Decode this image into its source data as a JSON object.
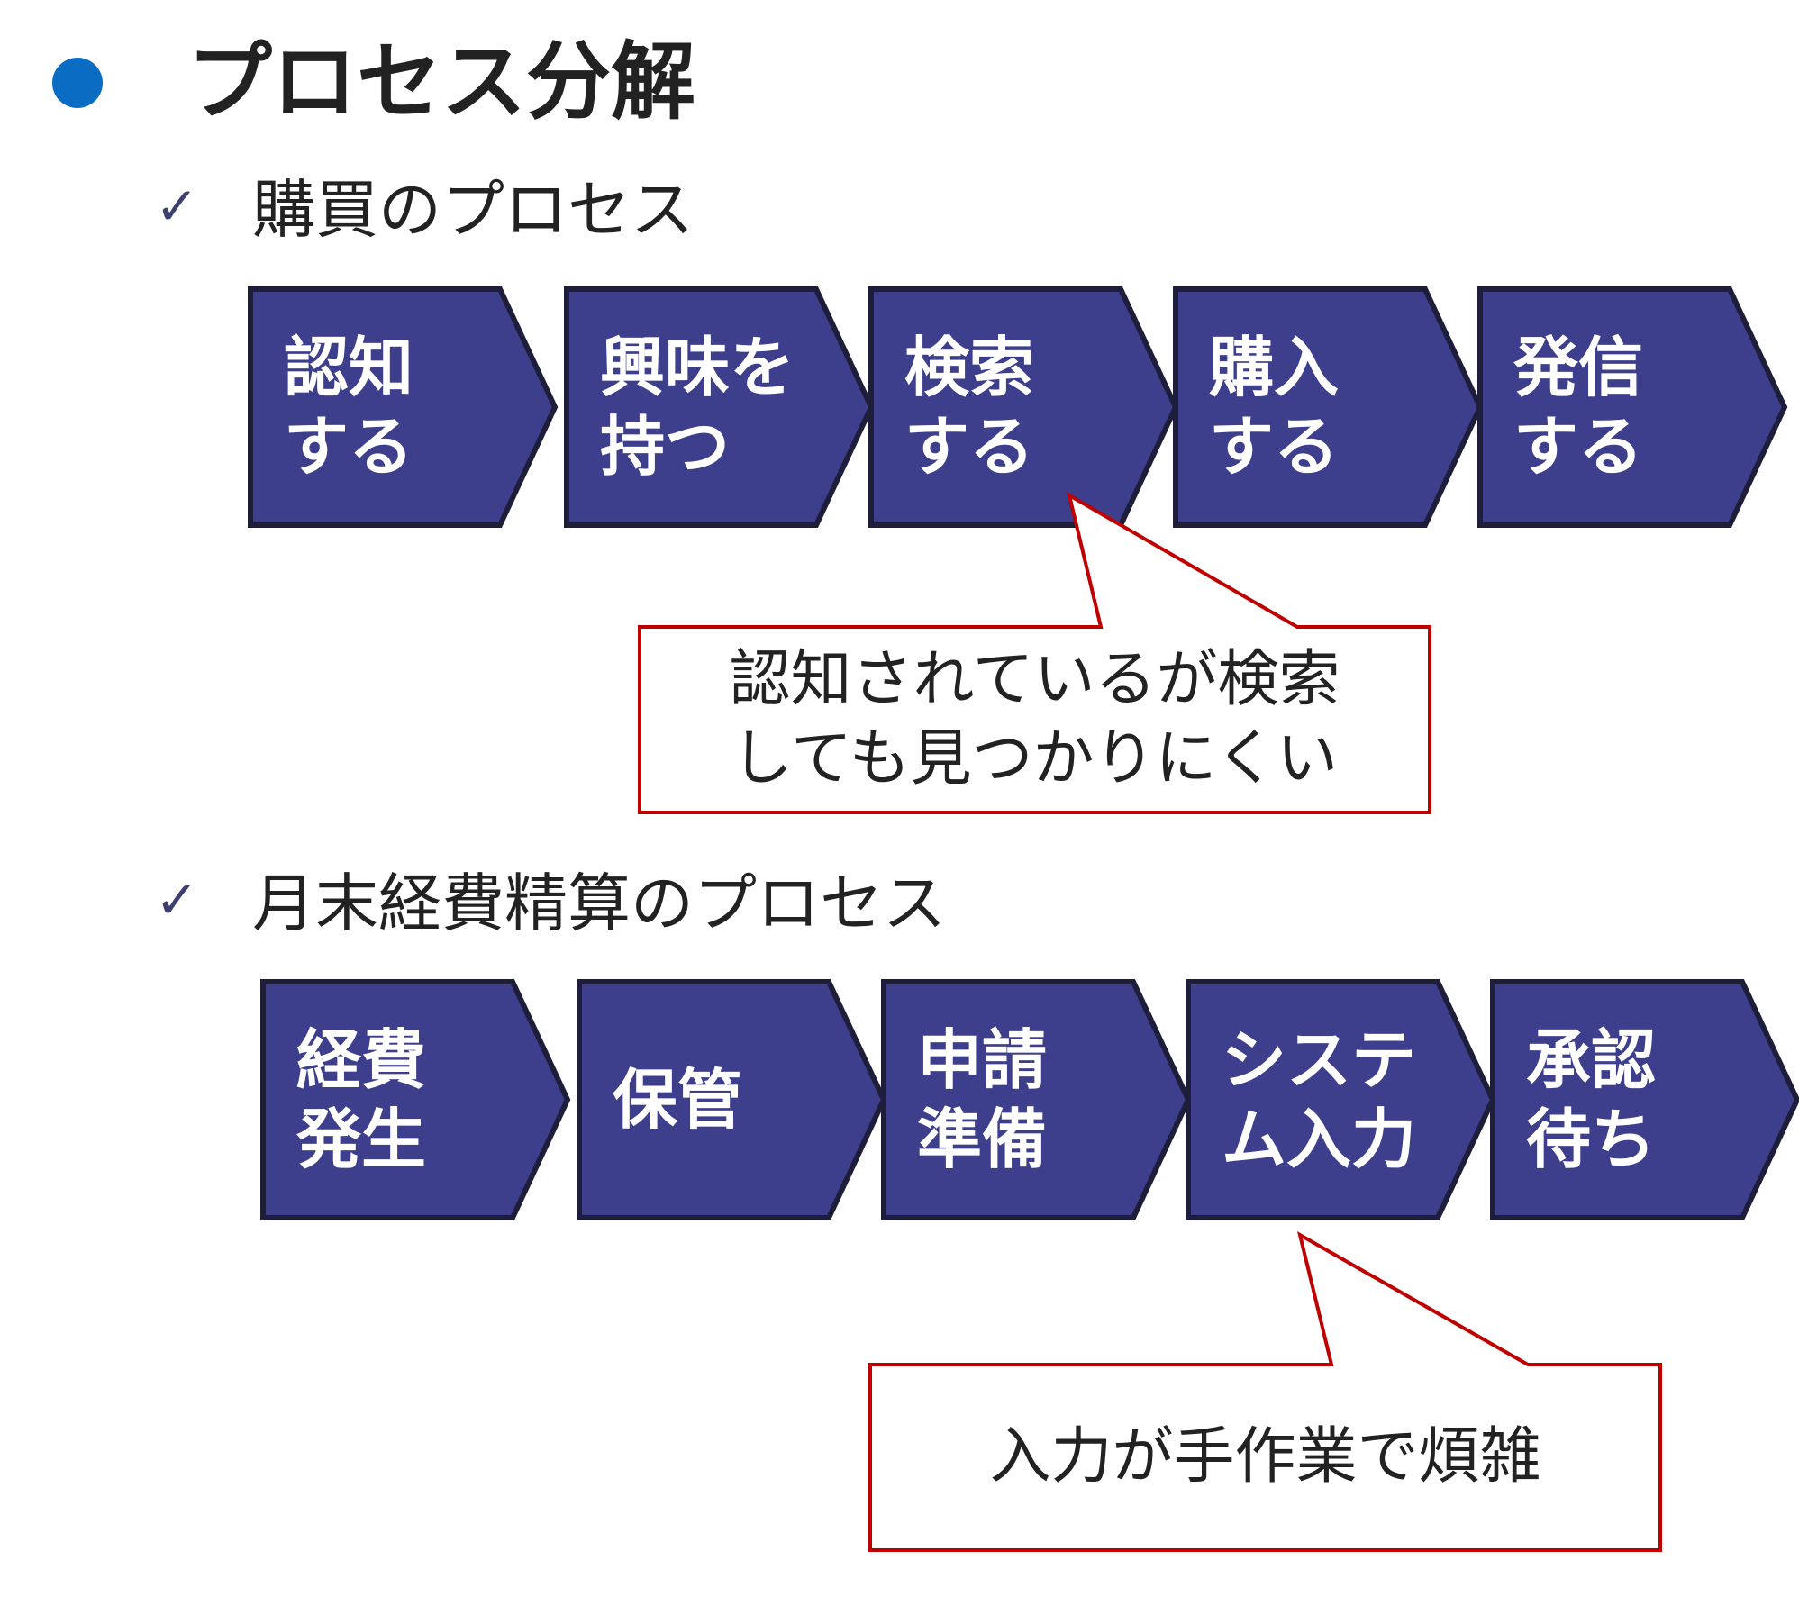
{
  "title": "プロセス分解",
  "colors": {
    "bullet": "#0a6cc2",
    "step_fill": "#3d3f8d",
    "step_border": "#1e1e3a",
    "callout_border": "#c00000",
    "check": "#3d3f6e"
  },
  "check_mark": "✓",
  "sections": [
    {
      "heading": "購買のプロセス",
      "steps": [
        {
          "lines": [
            "認知",
            "する"
          ]
        },
        {
          "lines": [
            "興味を",
            "持つ"
          ]
        },
        {
          "lines": [
            "検索",
            "する"
          ]
        },
        {
          "lines": [
            "購入",
            "する"
          ]
        },
        {
          "lines": [
            "発信",
            "する"
          ]
        }
      ],
      "callout": {
        "lines": [
          "認知されているが検索",
          "しても見つかりにくい"
        ],
        "points_to_step": 3
      }
    },
    {
      "heading": "月末経費精算のプロセス",
      "steps": [
        {
          "lines": [
            "経費",
            "発生"
          ]
        },
        {
          "lines": [
            "保管"
          ]
        },
        {
          "lines": [
            "申請",
            "準備"
          ]
        },
        {
          "lines": [
            "システ",
            "ム入力"
          ]
        },
        {
          "lines": [
            "承認",
            "待ち"
          ]
        }
      ],
      "callout": {
        "lines": [
          "入力が手作業で煩雑"
        ],
        "points_to_step": 4
      }
    }
  ]
}
